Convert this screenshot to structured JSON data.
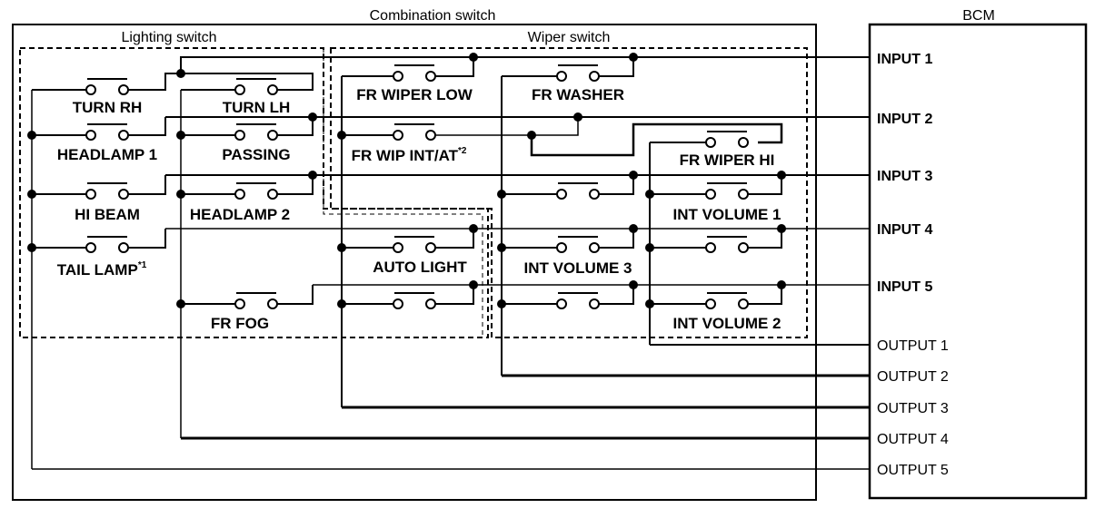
{
  "headers": {
    "combination_switch": "Combination switch",
    "lighting_switch": "Lighting switch",
    "wiper_switch": "Wiper switch",
    "bcm": "BCM"
  },
  "switches": {
    "turn_rh": {
      "label": "TURN RH",
      "note": ""
    },
    "turn_lh": {
      "label": "TURN LH",
      "note": ""
    },
    "headlamp_1": {
      "label": "HEADLAMP 1",
      "note": ""
    },
    "passing": {
      "label": "PASSING",
      "note": ""
    },
    "hi_beam": {
      "label": "HI BEAM",
      "note": ""
    },
    "headlamp_2": {
      "label": "HEADLAMP 2",
      "note": ""
    },
    "tail_lamp": {
      "label": "TAIL LAMP",
      "note": "*1"
    },
    "fr_fog": {
      "label": "FR FOG",
      "note": ""
    },
    "fr_wiper_low": {
      "label": "FR WIPER LOW",
      "note": ""
    },
    "fr_washer": {
      "label": "FR WASHER",
      "note": ""
    },
    "fr_wip_int_at": {
      "label": "FR WIP INT/AT",
      "note": "*2"
    },
    "fr_wiper_hi": {
      "label": "FR WIPER HI",
      "note": ""
    },
    "auto_light": {
      "label": "AUTO LIGHT",
      "note": ""
    },
    "int_volume_1": {
      "label": "INT VOLUME 1",
      "note": ""
    },
    "int_volume_3": {
      "label": "INT VOLUME 3",
      "note": ""
    },
    "int_volume_2": {
      "label": "INT VOLUME 2",
      "note": ""
    },
    "unlabeled_auto_row": {
      "label": "",
      "note": ""
    },
    "unlabeled_col3_row1": {
      "label": "",
      "note": ""
    },
    "unlabeled_col3_row3": {
      "label": "",
      "note": ""
    },
    "unlabeled_col4_row2": {
      "label": "",
      "note": ""
    }
  },
  "bcm_pins": {
    "inputs": [
      "INPUT 1",
      "INPUT 2",
      "INPUT 3",
      "INPUT 4",
      "INPUT 5"
    ],
    "outputs": [
      "OUTPUT 1",
      "OUTPUT 2",
      "OUTPUT 3",
      "OUTPUT 4",
      "OUTPUT 5"
    ]
  }
}
